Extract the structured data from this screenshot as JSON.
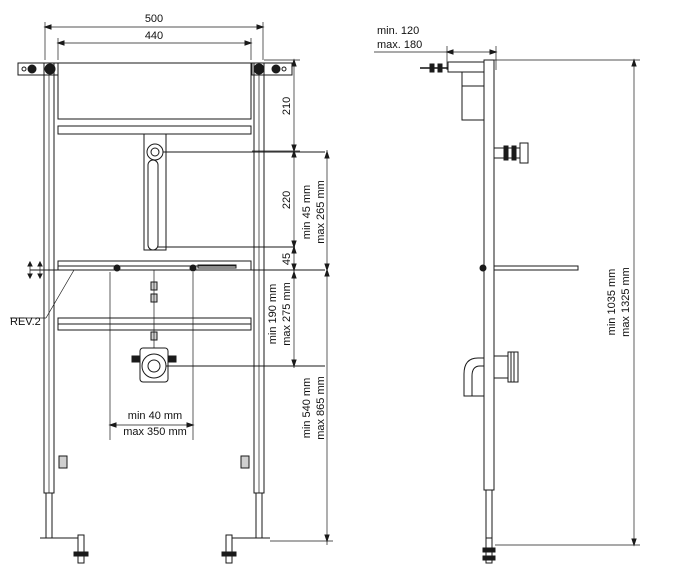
{
  "front_view": {
    "overall_width": "500",
    "inner_width": "440",
    "height_top": "210",
    "height_mid": "220",
    "step_small": "45",
    "range_upper": [
      "min 45 mm",
      "max 265 mm"
    ],
    "range_middle": [
      "min 190 mm",
      "max 275 mm"
    ],
    "range_lower": [
      "min 540 mm",
      "max 865 mm"
    ],
    "horizontal_range": [
      "min 40 mm",
      "max 350 mm"
    ],
    "revision_label": "REV.2"
  },
  "side_view": {
    "depth_range": [
      "min. 120",
      "max. 180"
    ],
    "total_height": [
      "min 1035 mm",
      "max 1325 mm"
    ]
  }
}
